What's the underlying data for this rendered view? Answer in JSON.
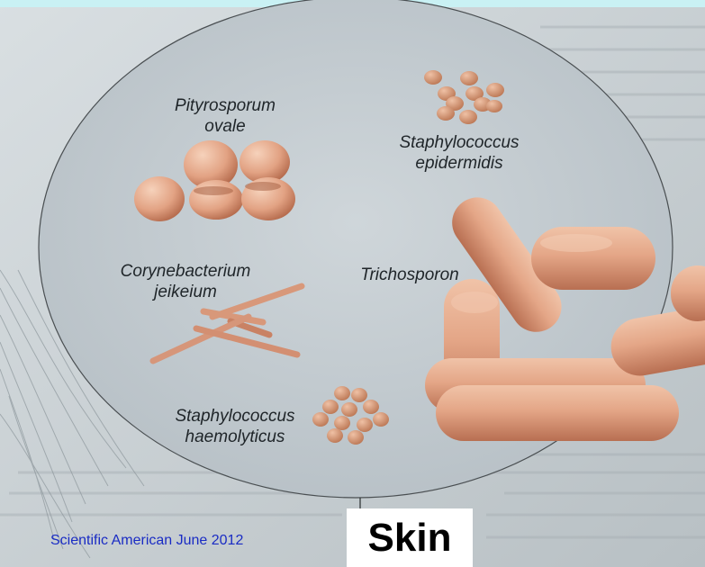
{
  "labels": {
    "pityrosporum": [
      "Pityrosporum",
      "ovale"
    ],
    "staph_epidermidis": [
      "Staphylococcus",
      "epidermidis"
    ],
    "corynebacterium": [
      "Corynebacterium",
      "jeikeium"
    ],
    "trichosporon": "Trichosporon",
    "staph_haemolyticus": [
      "Staphylococcus",
      "haemolyticus"
    ]
  },
  "credit": "Scientific American June 2012",
  "caption": "Skin",
  "colors": {
    "page_paper": "#d2d8db",
    "circle_fill": "#c3ccd1",
    "microbe": "#e3a88a",
    "credit_text": "#1a2cc4"
  }
}
